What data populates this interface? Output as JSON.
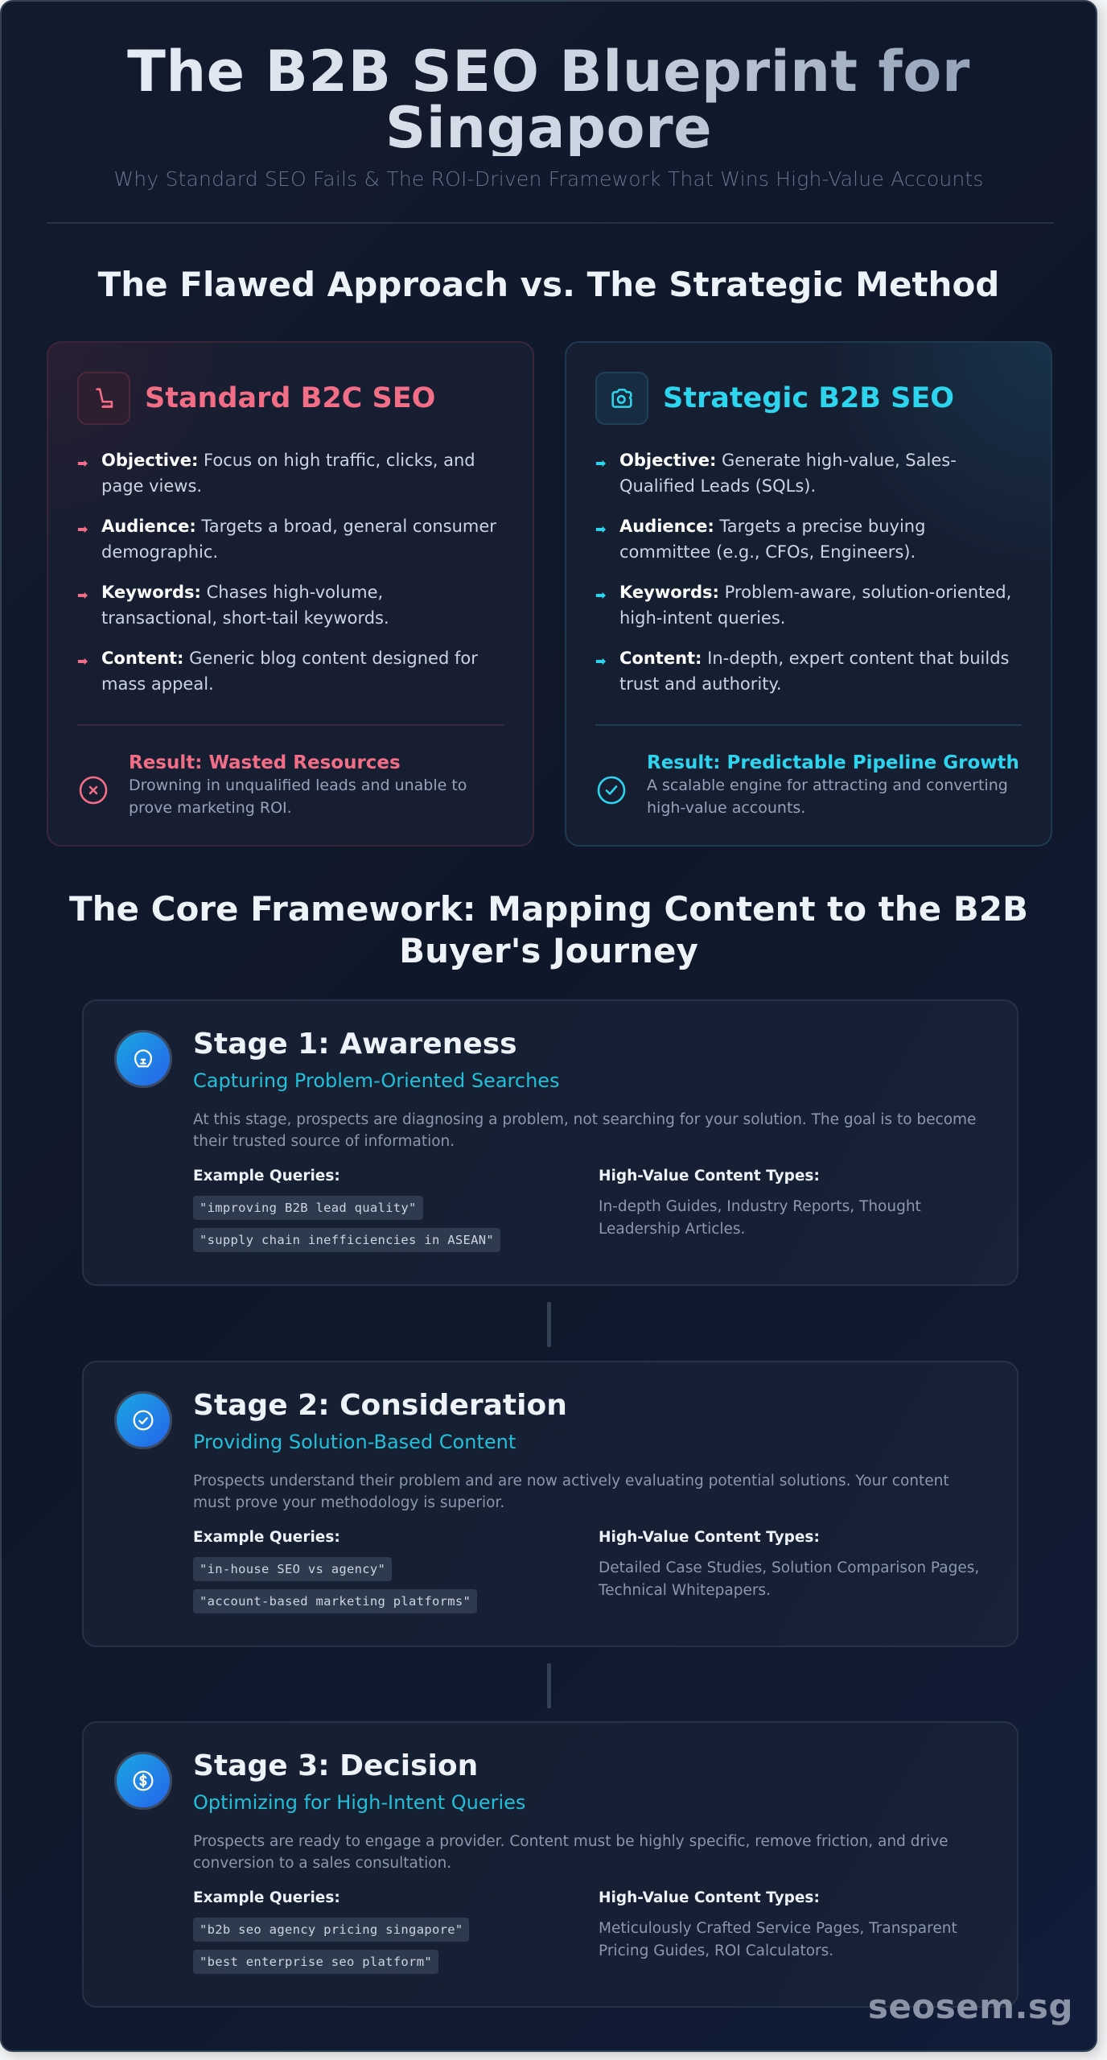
{
  "header": {
    "title_line1": "The B2B SEO Blueprint for",
    "title_line2": "Singapore",
    "subtitle": "Why Standard SEO Fails & The ROI-Driven Framework That Wins High-Value Accounts"
  },
  "comparison": {
    "heading": "The Flawed Approach vs. The Strategic Method",
    "cards": [
      {
        "variant": "bad",
        "icon": "shopping-cart-icon",
        "title": "Standard B2C SEO",
        "accent": "#f26d86",
        "items": [
          {
            "label": "Objective:",
            "text": "Focus on high traffic, clicks, and page views."
          },
          {
            "label": "Audience:",
            "text": "Targets a broad, general consumer demographic."
          },
          {
            "label": "Keywords:",
            "text": "Chases high-volume, transactional, short-tail keywords."
          },
          {
            "label": "Content:",
            "text": "Generic blog content designed for mass appeal."
          }
        ],
        "result": {
          "icon": "x-circle-icon",
          "title": "Result: Wasted Resources",
          "desc": "Drowning in unqualified leads and unable to prove marketing ROI."
        }
      },
      {
        "variant": "good",
        "icon": "camera-icon",
        "title": "Strategic B2B SEO",
        "accent": "#2dd4ee",
        "items": [
          {
            "label": "Objective:",
            "text": "Generate high-value, Sales-Qualified Leads (SQLs)."
          },
          {
            "label": "Audience:",
            "text": "Targets a precise buying committee (e.g., CFOs, Engineers)."
          },
          {
            "label": "Keywords:",
            "text": "Problem-aware, solution-oriented, high-intent queries."
          },
          {
            "label": "Content:",
            "text": "In-depth, expert content that builds trust and authority."
          }
        ],
        "result": {
          "icon": "check-circle-icon",
          "title": "Result: Predictable Pipeline Growth",
          "desc": "A scalable engine for attracting and converting high-value accounts."
        }
      }
    ]
  },
  "framework": {
    "heading_line1": "The Core Framework: Mapping Content to the B2B",
    "heading_line2": "Buyer's Journey",
    "queries_label": "Example Queries:",
    "content_types_label": "High-Value Content Types:",
    "stages": [
      {
        "icon": "lightbulb-icon",
        "title": "Stage 1: Awareness",
        "subtitle": "Capturing Problem-Oriented Searches",
        "desc": "At this stage, prospects are diagnosing a problem, not searching for your solution. The goal is to become their trusted source of information.",
        "queries": [
          "\"improving B2B lead quality\"",
          "\"supply chain inefficiencies in ASEAN\""
        ],
        "content_types": "In-depth Guides, Industry Reports, Thought Leadership Articles."
      },
      {
        "icon": "check-circle-icon",
        "title": "Stage 2: Consideration",
        "subtitle": "Providing Solution-Based Content",
        "desc": "Prospects understand their problem and are now actively evaluating potential solutions. Your content must prove your methodology is superior.",
        "queries": [
          "\"in-house SEO vs agency\"",
          "\"account-based marketing platforms\""
        ],
        "content_types": "Detailed Case Studies, Solution Comparison Pages, Technical Whitepapers."
      },
      {
        "icon": "dollar-circle-icon",
        "title": "Stage 3: Decision",
        "subtitle": "Optimizing for High-Intent Queries",
        "desc": "Prospects are ready to engage a provider. Content must be highly specific, remove friction, and drive conversion to a sales consultation.",
        "queries": [
          "\"b2b seo agency pricing singapore\"",
          "\"best enterprise seo platform\""
        ],
        "content_types": "Meticulously Crafted Service Pages, Transparent Pricing Guides, ROI Calculators."
      }
    ]
  },
  "footer": {
    "brand": "seosem.sg"
  },
  "colors": {
    "background": "#0f172a",
    "b2c_accent": "#f26d86",
    "b2b_accent": "#2dd4ee",
    "stage_icon_gradient": [
      "#1aa7e0",
      "#2563eb"
    ]
  }
}
